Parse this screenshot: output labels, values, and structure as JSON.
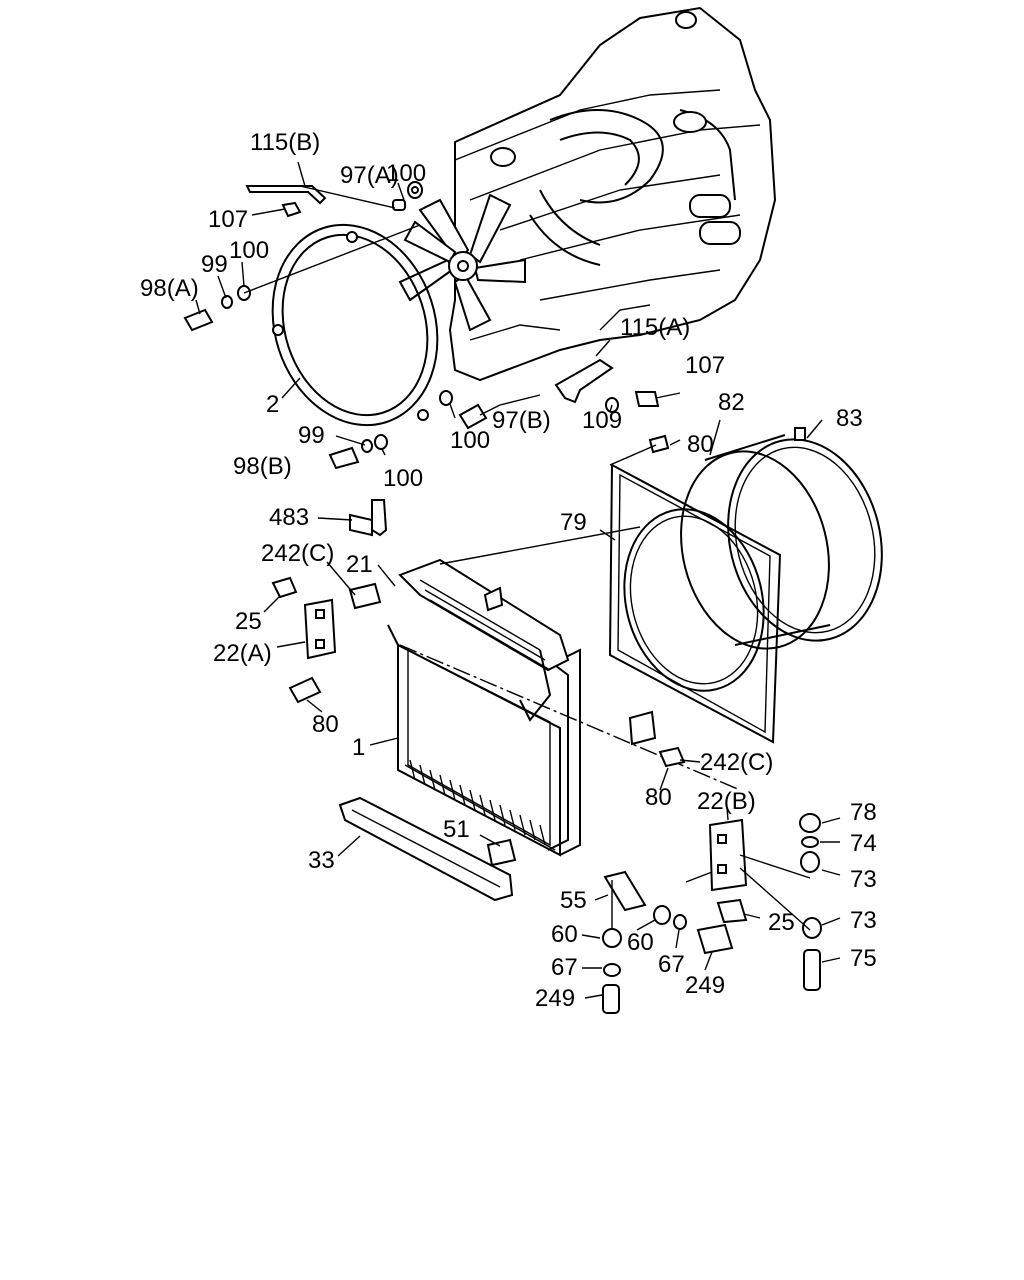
{
  "colors": {
    "line": "#000000",
    "background": "#ffffff"
  },
  "labels": {
    "l115b": "115(B)",
    "l100a": "100",
    "l97a": "97(A)",
    "l107a": "107",
    "l99a": "99",
    "l100b": "100",
    "l98a": "98(A)",
    "l2": "2",
    "l115a": "115(A)",
    "l107b": "107",
    "l109": "109",
    "l97b": "97(B)",
    "l100c": "100",
    "l99b": "99",
    "l98b": "98(B)",
    "l100d": "100",
    "l80a": "80",
    "l82": "82",
    "l83": "83",
    "l483": "483",
    "l79": "79",
    "l242c_a": "242(C)",
    "l21": "21",
    "l25a": "25",
    "l22a": "22(A)",
    "l80b": "80",
    "l1": "1",
    "l242c_b": "242(C)",
    "l80c": "80",
    "l22b": "22(B)",
    "l78": "78",
    "l74": "74",
    "l73a": "73",
    "l51": "51",
    "l33": "33",
    "l55": "55",
    "l25b": "25",
    "l73b": "73",
    "l60a": "60",
    "l60b": "60",
    "l75": "75",
    "l67a": "67",
    "l67b": "67",
    "l249a": "249",
    "l249b": "249"
  }
}
